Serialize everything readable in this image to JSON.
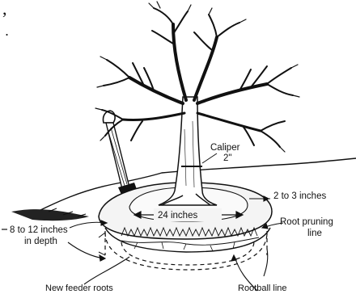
{
  "labels": {
    "caliper": "Caliper",
    "caliper_value": "2\"",
    "width": "24 inches",
    "depth_range": "2 to 3 inches",
    "prune_1": "Root pruning",
    "prune_2": "line",
    "depth_1": "8 to 12 inches",
    "depth_2": "in depth",
    "feeder": "New feeder roots",
    "rootball": "Rootball line"
  },
  "edge_marks": {
    "comma": ",",
    "dot": "."
  },
  "colors": {
    "ink": "#111111",
    "paper": "#ffffff"
  }
}
